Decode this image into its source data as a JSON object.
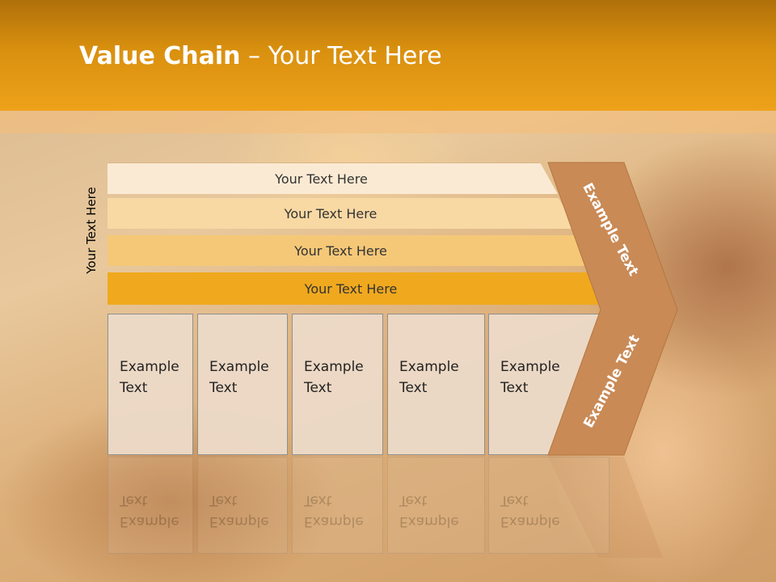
{
  "slide": {
    "title_bold": "Value Chain",
    "title_rest": " – Your Text Here",
    "side_label": "Your Text Here",
    "bars": [
      {
        "label": "Your Text Here",
        "color": "#fbead3"
      },
      {
        "label": "Your Text Here",
        "color": "#f8d9a4"
      },
      {
        "label": "Your Text Here",
        "color": "#f5c878"
      },
      {
        "label": "Your Text Here",
        "color": "#f0a91e"
      }
    ],
    "boxes": [
      {
        "line1": "Example",
        "line2": "Text"
      },
      {
        "line1": "Example",
        "line2": "Text"
      },
      {
        "line1": "Example",
        "line2": "Text"
      },
      {
        "line1": "Example",
        "line2": "Text"
      },
      {
        "line1": "Example",
        "line2": "Text"
      }
    ],
    "chevron": {
      "upper_label": "Example Text",
      "lower_label": "Example Text",
      "color": "#c98a56"
    },
    "colors": {
      "title_bar": "#d9900f",
      "box_fill": "#ecdac8"
    }
  }
}
